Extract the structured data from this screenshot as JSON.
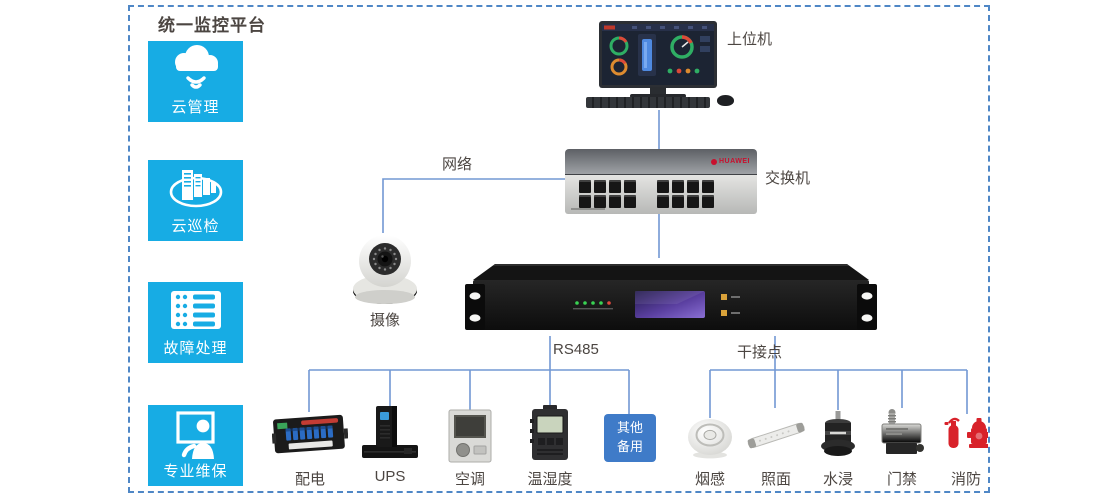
{
  "title": "统一监控平台",
  "palette": {
    "icon_blue": "#17ace4",
    "link_blue": "#7298d4",
    "border_blue": "#4f87c6",
    "accent_red": "#d8222a",
    "huawei_red": "#c8102e",
    "spare_box_blue": "#3f7bc8",
    "text_dark": "#4c4642"
  },
  "sidebar": {
    "items": [
      {
        "label": "云管理",
        "icon": "cloud-manage-icon"
      },
      {
        "label": "云巡检",
        "icon": "cloud-inspect-icon"
      },
      {
        "label": "故障处理",
        "icon": "fault-handling-icon"
      },
      {
        "label": "专业维保",
        "icon": "professional-maintenance-icon"
      }
    ]
  },
  "diagram": {
    "host": {
      "label": "上位机"
    },
    "switch": {
      "label": "交换机",
      "brand": "HUAWEI"
    },
    "camera": {
      "label": "摄像"
    },
    "network_link_label": "网络",
    "rs485_bus_label": "RS485",
    "dry_contact_bus_label": "干接点",
    "spare_box": {
      "line1": "其他",
      "line2": "备用"
    },
    "rs485_devices": [
      {
        "label": "配电"
      },
      {
        "label": "UPS"
      },
      {
        "label": "空调"
      },
      {
        "label": "温湿度"
      }
    ],
    "dry_contact_devices": [
      {
        "label": "烟感"
      },
      {
        "label": "照面"
      },
      {
        "label": "水浸"
      },
      {
        "label": "门禁"
      },
      {
        "label": "消防"
      }
    ]
  }
}
